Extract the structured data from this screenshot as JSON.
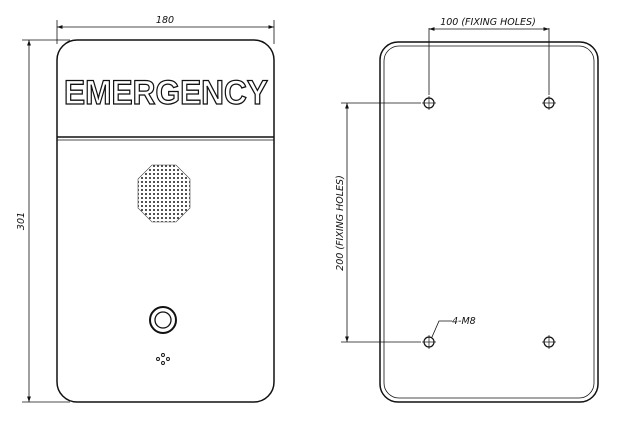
{
  "front_view": {
    "width_dimension": "180",
    "height_dimension": "301",
    "sign_text": "EMERGENCY"
  },
  "rear_view": {
    "horizontal_holes_dimension": "100 (FIXING HOLES)",
    "vertical_holes_dimension": "200 (FIXING HOLES)",
    "hole_callout": "4-M8"
  }
}
